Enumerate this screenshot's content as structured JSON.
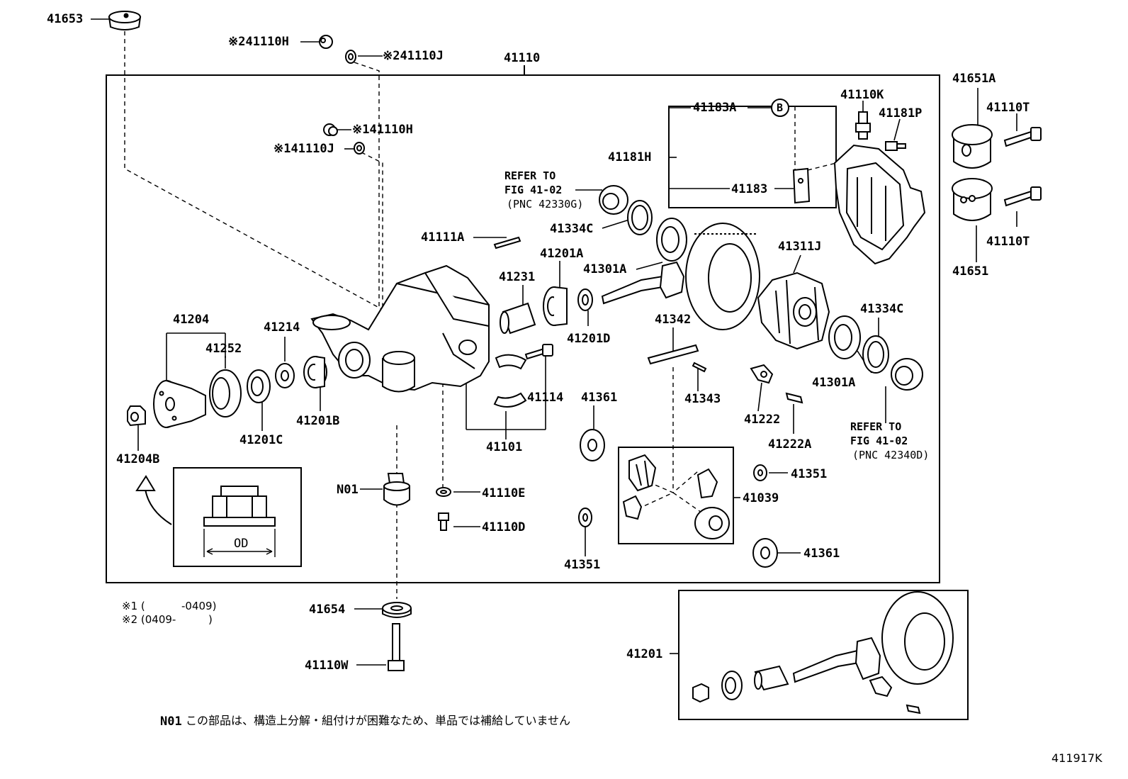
{
  "figure_code": "411917K",
  "main_assembly": "41110",
  "labels": {
    "p41653": "41653",
    "p241110H": "※241110H",
    "p241110J": "※241110J",
    "p141110H": "※141110H",
    "p141110J": "※141110J",
    "p41651A": "41651A",
    "p41110T_a": "41110T",
    "p41110T_b": "41110T",
    "p41651": "41651",
    "p41110K": "41110K",
    "p41181P": "41181P",
    "p41183A": "41183A",
    "p41181H": "41181H",
    "p41183": "41183",
    "p41334C_a": "41334C",
    "p41111A": "41111A",
    "p41201A": "41201A",
    "p41301A_a": "41301A",
    "p41311J": "41311J",
    "p41231": "41231",
    "p41201D": "41201D",
    "p41342": "41342",
    "p41334C_b": "41334C",
    "p41301A_b": "41301A",
    "p41204": "41204",
    "p41214": "41214",
    "p41252": "41252",
    "p41114": "41114",
    "p41361_a": "41361",
    "p41343": "41343",
    "p41222": "41222",
    "p41222A": "41222A",
    "p41201C": "41201C",
    "p41201B": "41201B",
    "p41101": "41101",
    "p41204B": "41204B",
    "pN01": "N01",
    "p41110E": "41110E",
    "p41110D": "41110D",
    "p41351_a": "41351",
    "p41039": "41039",
    "p41361_b": "41361",
    "p41351_b": "41351",
    "p41654": "41654",
    "p41110W": "41110W",
    "p41201": "41201",
    "od": "OD",
    "callout_b": "B"
  },
  "refer_top": [
    "REFER TO",
    "FIG 41-02",
    "(PNC 42330G)"
  ],
  "refer_bottom": [
    "REFER TO",
    "FIG 41-02",
    "(PNC 42340D)"
  ],
  "legend": {
    "line1_mark": "※1 (",
    "line1_value": "-0409)",
    "line2_mark": "※2 (0409-",
    "line2_value": ")"
  },
  "note_code": "N01",
  "note_text": "この部品は、構造上分解・組付けが困難なため、単品では補給していません"
}
